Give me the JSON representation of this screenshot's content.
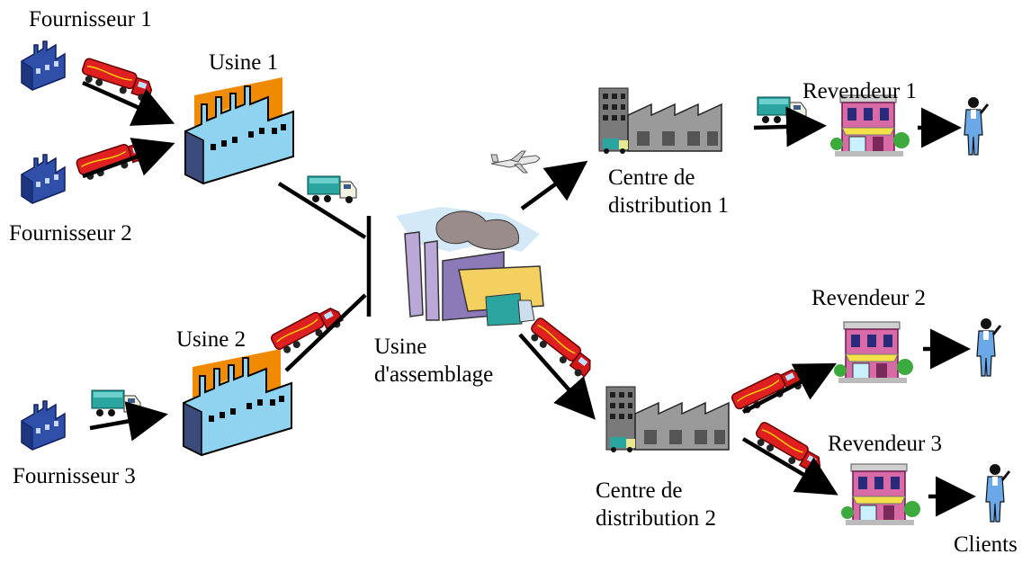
{
  "labels": {
    "supplier1": "Fournisseur 1",
    "supplier2": "Fournisseur 2",
    "supplier3": "Fournisseur 3",
    "plant1": "Usine 1",
    "plant2": "Usine 2",
    "assembly": "Usine\nd'assemblage",
    "dc1": "Centre de\ndistribution 1",
    "dc2": "Centre de\ndistribution 2",
    "retailer1": "Revendeur 1",
    "retailer2": "Revendeur 2",
    "retailer3": "Revendeur 3",
    "clients": "Clients"
  },
  "icons": {
    "supplier": "small-factory-icon",
    "plant": "factory-icon",
    "assembly": "industrial-plant-icon",
    "dc": "warehouse-icon",
    "retailer": "shop-icon",
    "client": "person-icon",
    "truck": "tanker-truck-icon",
    "van": "delivery-truck-icon",
    "plane": "airplane-icon"
  },
  "colors": {
    "supplier_blue": "#2f4fa8",
    "plant_orange": "#f08a00",
    "plant_blue": "#8fd3f0",
    "truck_red": "#e02020",
    "van_teal": "#2aa5a0",
    "shop_pink": "#d86aa8",
    "client_blue": "#6aa8e8",
    "arrow": "#000000"
  }
}
